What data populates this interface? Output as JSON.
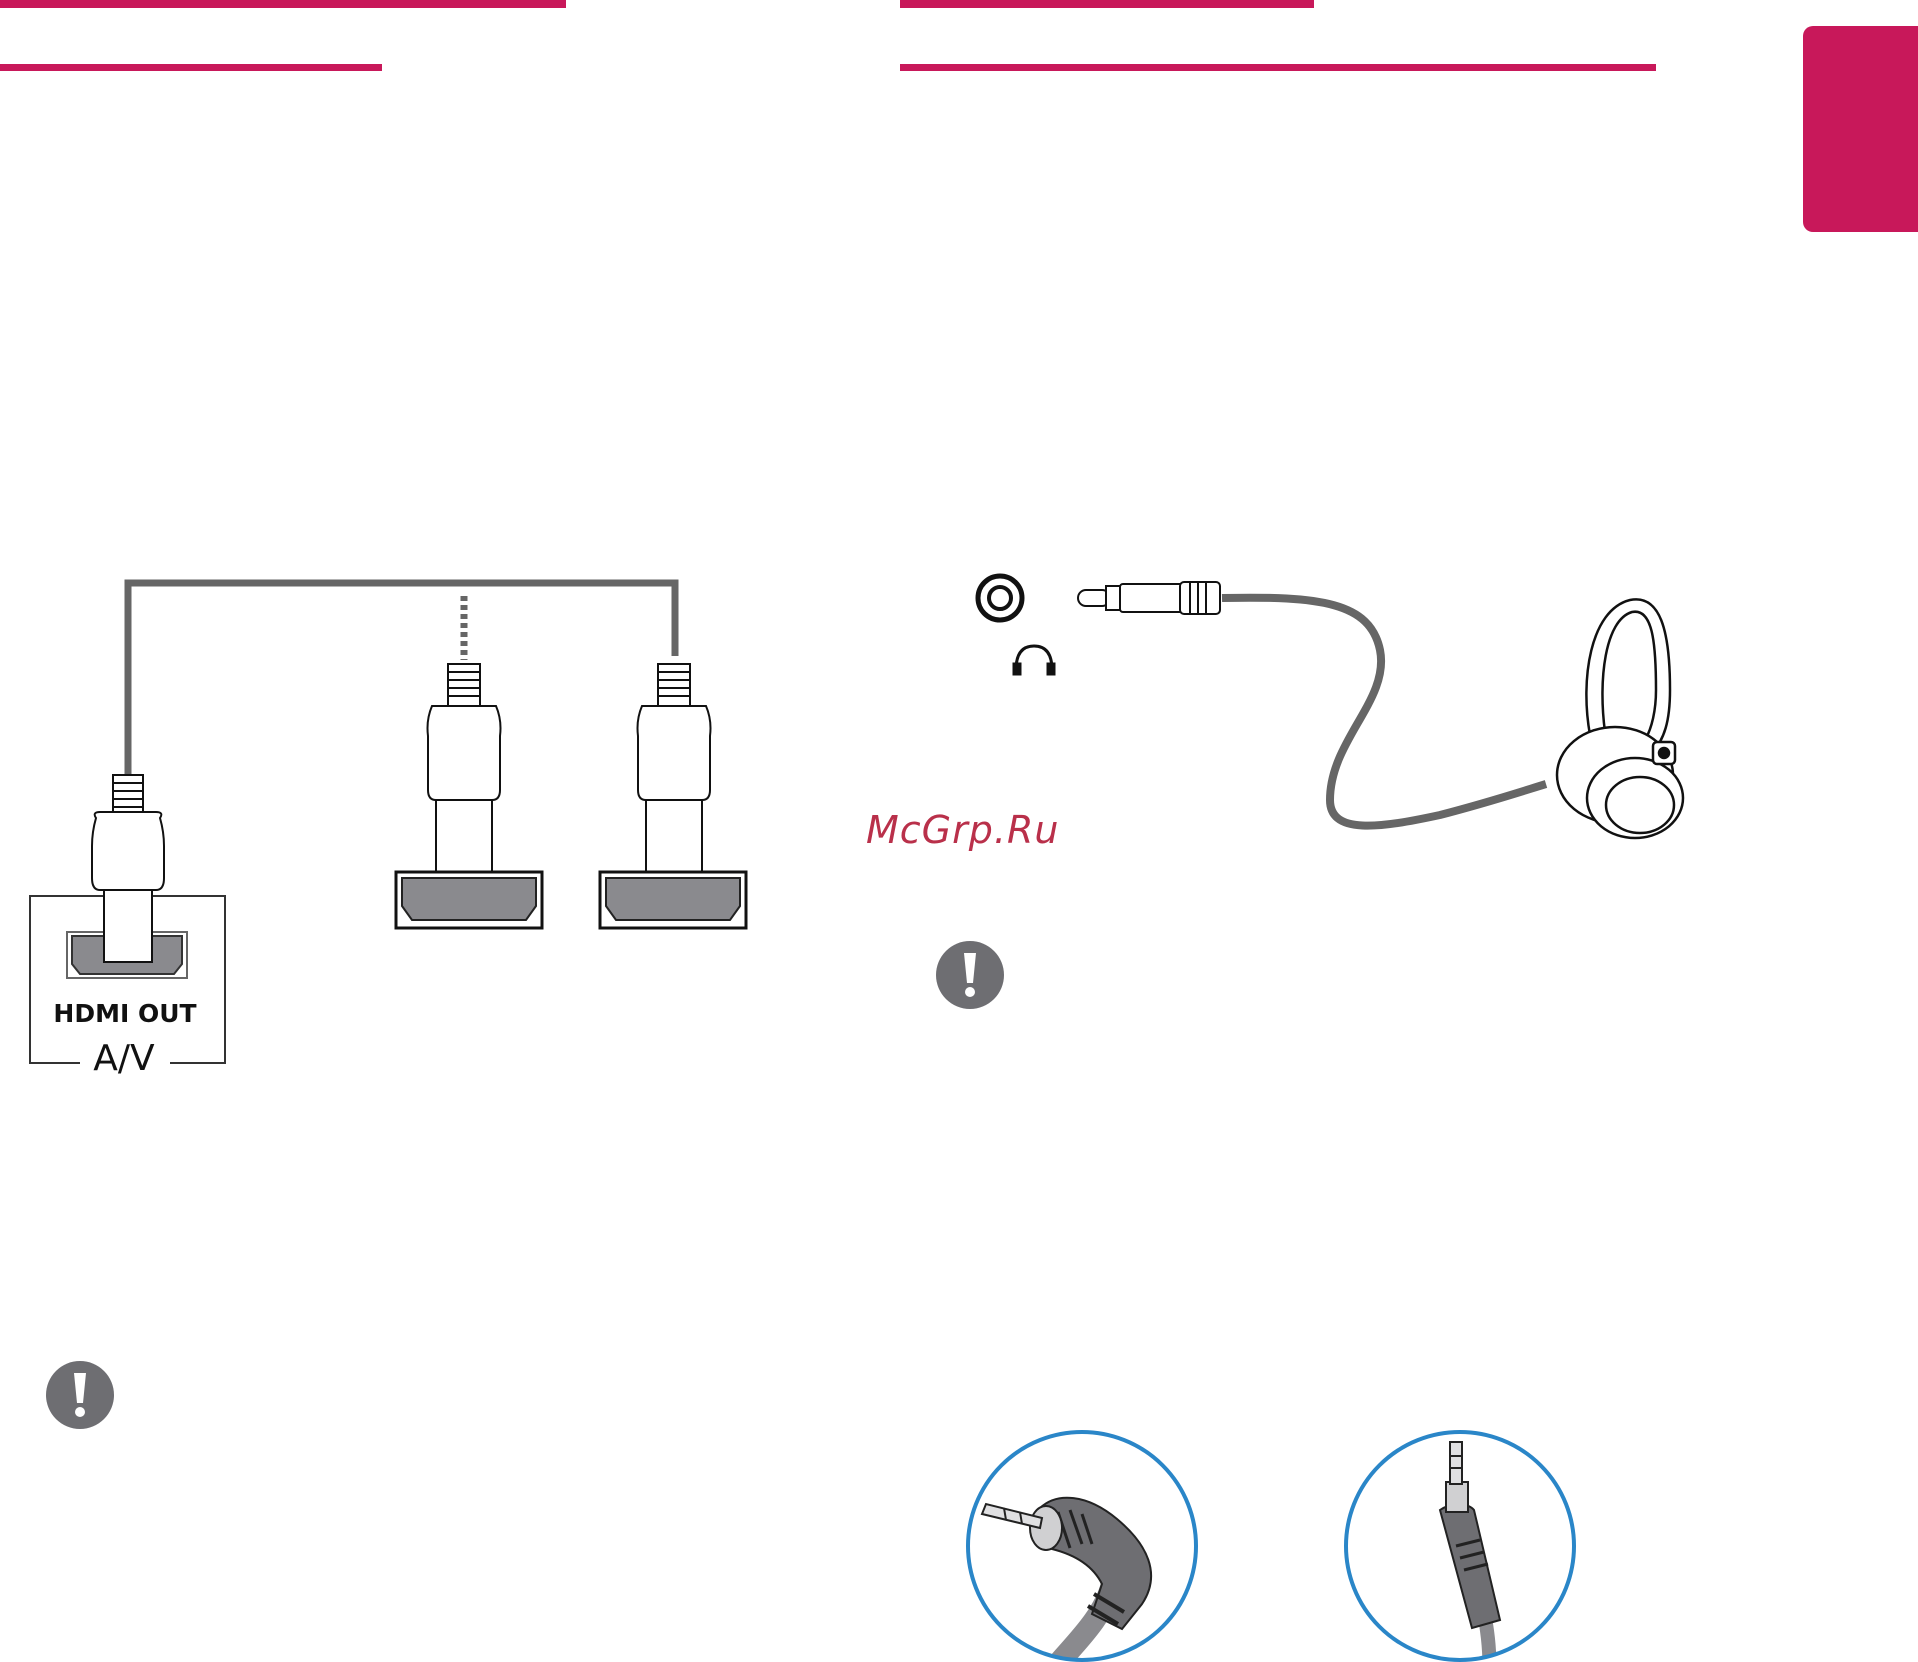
{
  "diagram_hdmi": {
    "port_label": "HDMI OUT",
    "device_label": "A/V"
  },
  "watermark": "McGrp.Ru",
  "colors": {
    "accent": "#c8185a",
    "cable": "#666666",
    "lens_border": "#2a86c8"
  },
  "icons": [
    "caution-icon",
    "headphone-icon",
    "headphone-jack-icon"
  ]
}
